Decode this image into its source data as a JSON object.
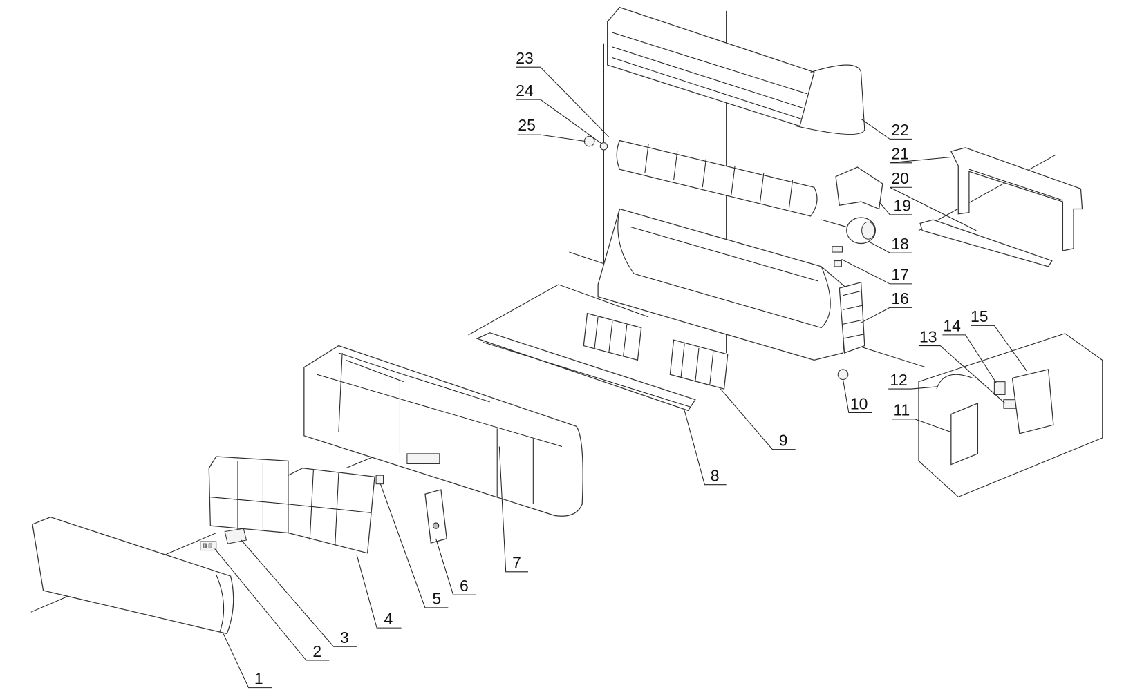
{
  "diagram": {
    "title": "Indoor unit exploded view",
    "callouts": [
      "1",
      "2",
      "3",
      "4",
      "5",
      "6",
      "7",
      "8",
      "9",
      "10",
      "11",
      "12",
      "13",
      "14",
      "15",
      "16",
      "17",
      "18",
      "19",
      "20",
      "21",
      "22",
      "23",
      "24",
      "25"
    ]
  }
}
